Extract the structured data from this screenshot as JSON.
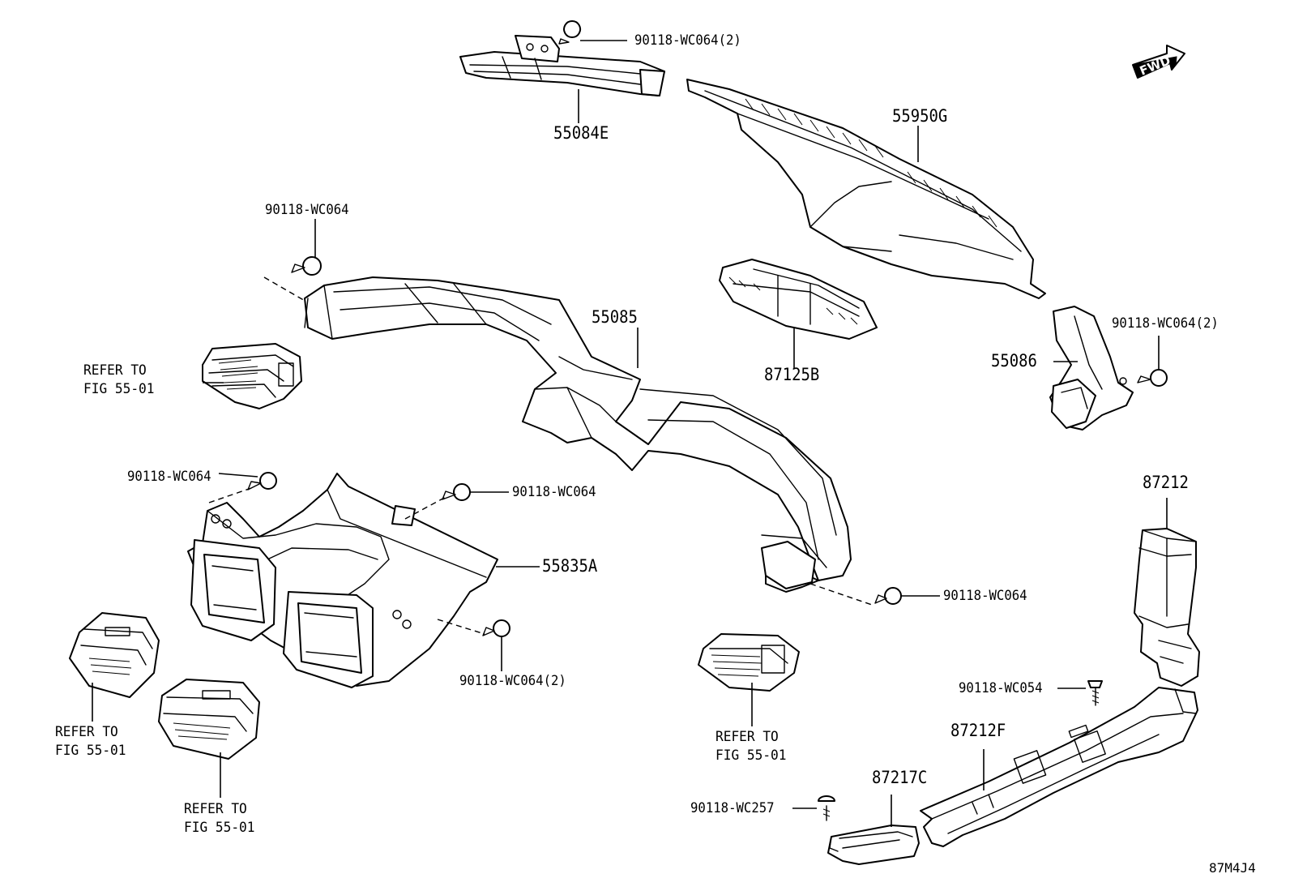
{
  "labels": {
    "p55084E": "55084E",
    "s_top": "90118-WC064(2)",
    "p55950G": "55950G",
    "fwd": "FWD",
    "s_left_top": "90118-WC064",
    "p55085": "55085",
    "p87125B": "87125B",
    "s_right_55086": "90118-WC064(2)",
    "p55086": "55086",
    "ref_left_1": "REFER TO\nFIG 55-01",
    "s_left_mid": "90118-WC064",
    "s_center_mid": "90118-WC064",
    "p55835A": "55835A",
    "s_right_duct": "90118-WC064",
    "p87212": "87212",
    "s_center_low": "90118-WC064(2)",
    "s_wc054": "90118-WC054",
    "ref_bottom_left": "REFER TO\nFIG 55-01",
    "ref_bottom_mid": "REFER TO\nFIG 55-01",
    "ref_center": "REFER TO\nFIG 55-01",
    "p87212F": "87212F",
    "p87217C": "87217C",
    "s_wc257": "90118-WC257",
    "code": "87M4J4"
  }
}
